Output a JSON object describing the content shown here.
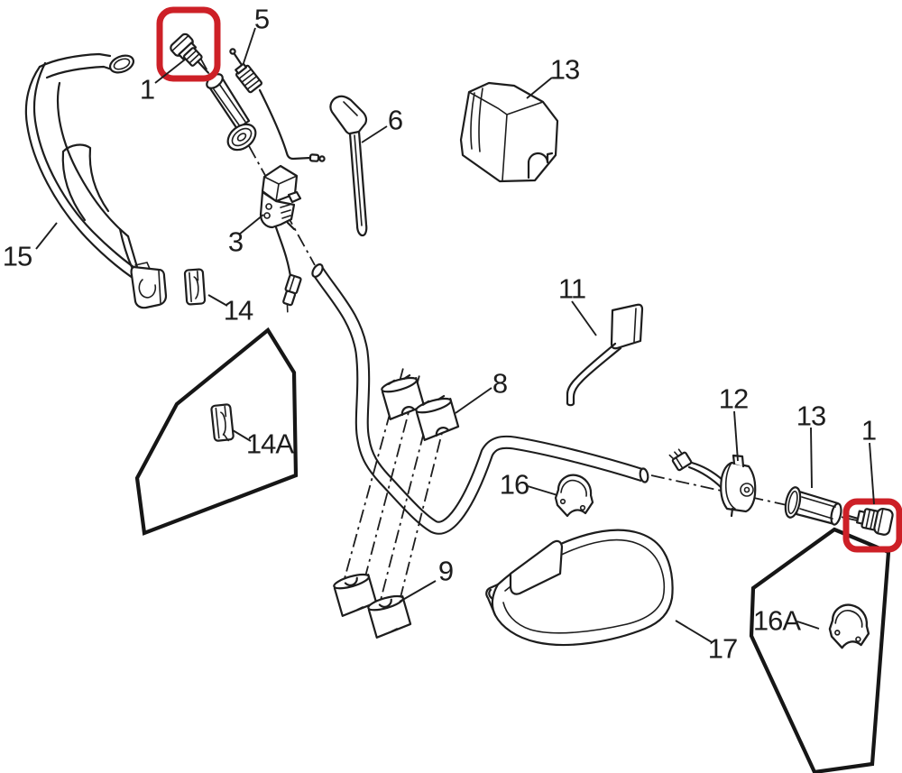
{
  "diagram": {
    "type": "exploded-parts-diagram",
    "subject": "handlebar-assembly",
    "colors": {
      "background": "#ffffff",
      "line": "#1d1d1d",
      "highlight": "#cd2027"
    },
    "highlighted_part_number": "1",
    "callouts": [
      {
        "text": "15"
      },
      {
        "text": "1"
      },
      {
        "text": "5"
      },
      {
        "text": "6"
      },
      {
        "text": "13"
      },
      {
        "text": "3"
      },
      {
        "text": "14"
      },
      {
        "text": "14A"
      },
      {
        "text": "8"
      },
      {
        "text": "11"
      },
      {
        "text": "16"
      },
      {
        "text": "9"
      },
      {
        "text": "12"
      },
      {
        "text": "13"
      },
      {
        "text": "1"
      },
      {
        "text": "16A"
      },
      {
        "text": "17"
      }
    ]
  }
}
